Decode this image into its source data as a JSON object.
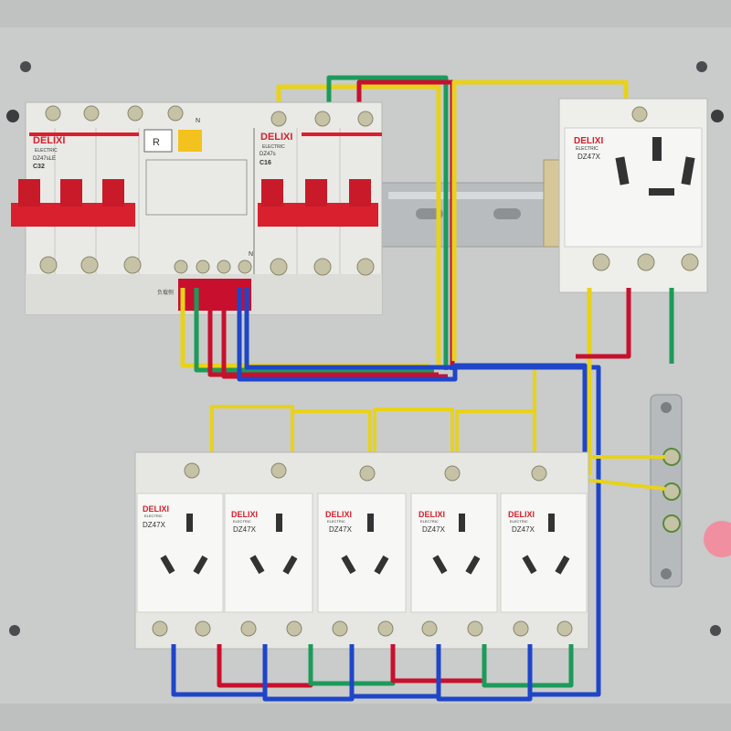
{
  "breakers": {
    "main_brand": "DELIXI",
    "main_sub": "ELECTRIC",
    "main_model": "DZ47sLE",
    "main_rating": "C32",
    "rcd_marks": [
      "R",
      "N"
    ],
    "rcd_caption": "负载侧",
    "second_brand": "DELIXI",
    "second_sub": "ELECTRIC",
    "second_model": "DZ47s",
    "second_rating": "C16",
    "second_n_label": "N"
  },
  "big_socket": {
    "brand": "DELIXI",
    "sub": "ELECTRIC",
    "model": "DZ47X"
  },
  "sockets": [
    {
      "brand": "DELIXI",
      "sub": "ELECTRIC",
      "model": "DZ47X"
    },
    {
      "brand": "DELIXI",
      "sub": "ELECTRIC",
      "model": "DZ47X"
    },
    {
      "brand": "DELIXI",
      "sub": "ELECTRIC",
      "model": "DZ47X"
    },
    {
      "brand": "DELIXI",
      "sub": "ELECTRIC",
      "model": "DZ47X"
    },
    {
      "brand": "DELIXI",
      "sub": "ELECTRIC",
      "model": "DZ47X"
    }
  ],
  "colors": {
    "panel": "#c9ccca",
    "module": "#f2f2f0",
    "handle": "#d8202e",
    "wire_yellow": "#e8d21a",
    "wire_green": "#1d9a5a",
    "wire_red": "#c8102e",
    "wire_blue": "#1f45c8",
    "rail": "#b9bcbf"
  }
}
